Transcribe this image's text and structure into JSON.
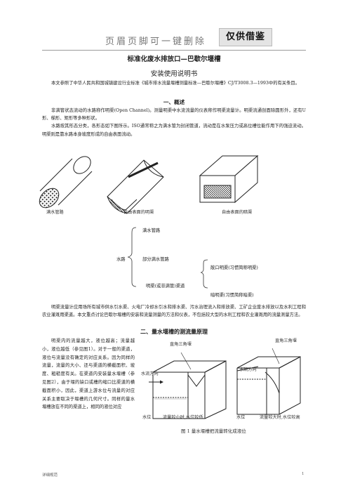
{
  "header": {
    "text": "页眉页脚可一键删除",
    "badge": "仅供借鉴"
  },
  "title": "标准化废水排放口—巴歇尔堰槽",
  "subtitle": "安装使用说明书",
  "intro": "本文参照了中华人民共和国城镇建设行业标准《城市排水流量堰槽测量标准—巴歇尔堰槽》CJ/T3008.3—1993中的有关条目。",
  "section1": {
    "heading": "一、概述",
    "p1": "非满管状态流动的水路称作明渠(Open Channel)。测量明渠中水流流量的仪表称作明渠流量计。明渠流通剖面除圆形外，还有U形、梯形、矩形等多种形状。",
    "p2": "水路按其形态分类，各形态如下图所示。ISO通常称之为满水管为封闭管道，流动是在水泵压力或高位槽位能作用下的强迫流动。明渠则是靠水路本身坡度形成的自由表面流动。"
  },
  "figure_labels": {
    "full_pipe": "满水管路",
    "open_channel": "自由表面的明渠",
    "closed_channel": "自由表面的暗渠"
  },
  "tree": {
    "root": "水路",
    "full": "满水管路",
    "partial": "部分满水管路",
    "channel": "明渠(或非满管)渠道",
    "open": "敞口明渠(习惯简称明渠)",
    "covered": "暗明渠(习惯简称暗渠)"
  },
  "para_usage": "明渠流量计应用场所有城市供水引水渠、火电厂冷却水引水和排水渠、污水治理流入和排放渠、工矿企业废水排放以及水利工程和农业灌溉用渠道。本文重点讨论巴歇尔堰槽的安装和流量测量的方法和仪表，不包括较大型的水利工程和农业灌溉用的流量测量方法。",
  "section2": {
    "heading": "二、量水堰槽的测流量原理",
    "text": "明渠内的流量越大，液位越高；流量越小，液位越低（参见图1）。对于一般的渠道，液位与流量没有确定的对应关系。因为同样的流量，流量的大小、还与渠道的横截面积、坡度、粗糙度有关。在渠道内安装量水堰槽（参见图2），由于堰的缺口或槽的缩口比渠道的横截面积小，因此，渠道上游水位与流量的对应关系主要取决于堰槽的几何尺寸。同样的量水堰槽放在不同的渠道上，相同的液位对应"
  },
  "fig1": {
    "weir_label_left": "直角三角堰",
    "weir_label_right": "直角三角堰",
    "flow_left": "水流方向",
    "flow_right": "水流方向",
    "level_left": "水位",
    "level_right": "水位",
    "small_flow": "流量较小时,水位较低",
    "large_flow": "流量较大时,水位较高",
    "caption": "图 1    量水堰槽把流量转化成液位"
  },
  "footer": {
    "left": "详细规范",
    "page": "1"
  }
}
